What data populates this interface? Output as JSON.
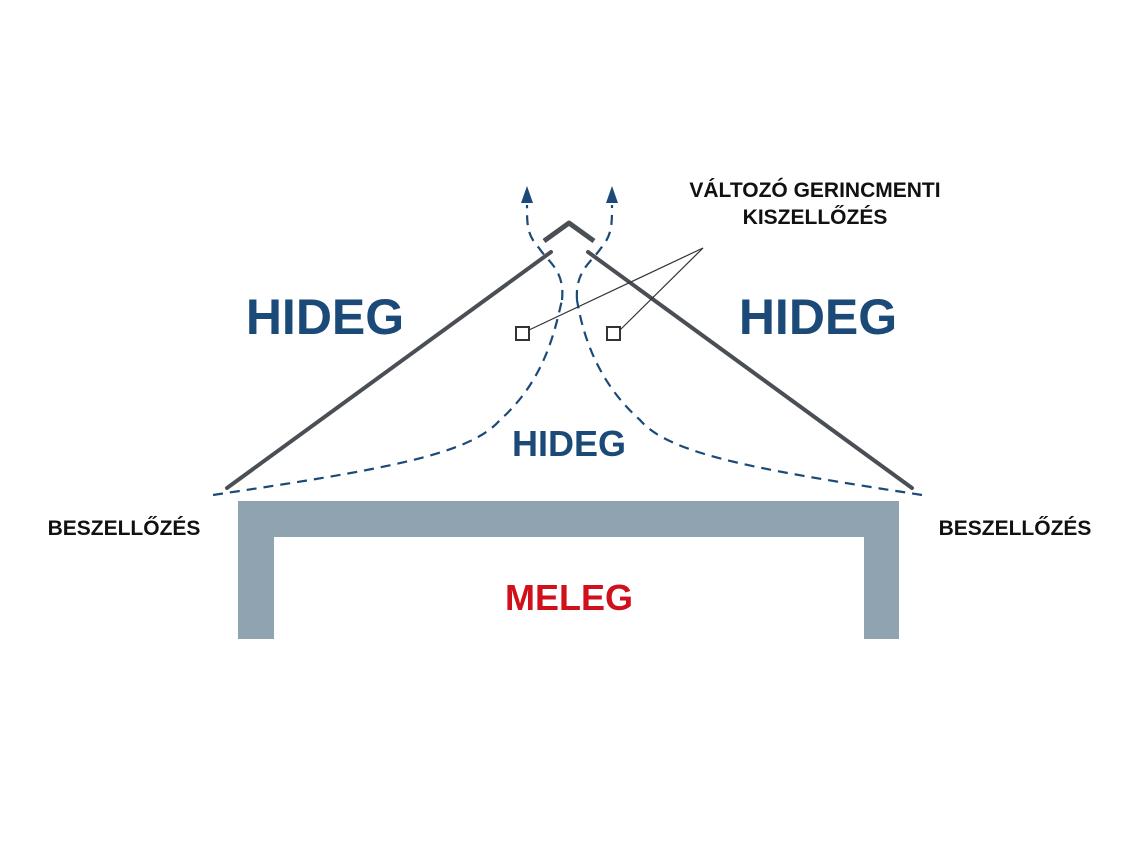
{
  "labels": {
    "cold_left": "HIDEG",
    "cold_right": "HIDEG",
    "cold_attic": "HIDEG",
    "warm_room": "MELEG",
    "ventilation_left": "BESZELLŐZÉS",
    "ventilation_right": "BESZELLŐZÉS",
    "ridge_note_line1": "VÁLTOZÓ GERINCMENTI",
    "ridge_note_line2": "KISZELLŐZÉS"
  },
  "colors": {
    "cold_text": "#1b4a78",
    "warm_text": "#d0111b",
    "label_text": "#111111",
    "roof_line": "#4a4f55",
    "wall_fill": "#8fa3b1",
    "airflow": "#1b4a78",
    "leader_line": "#333333"
  }
}
